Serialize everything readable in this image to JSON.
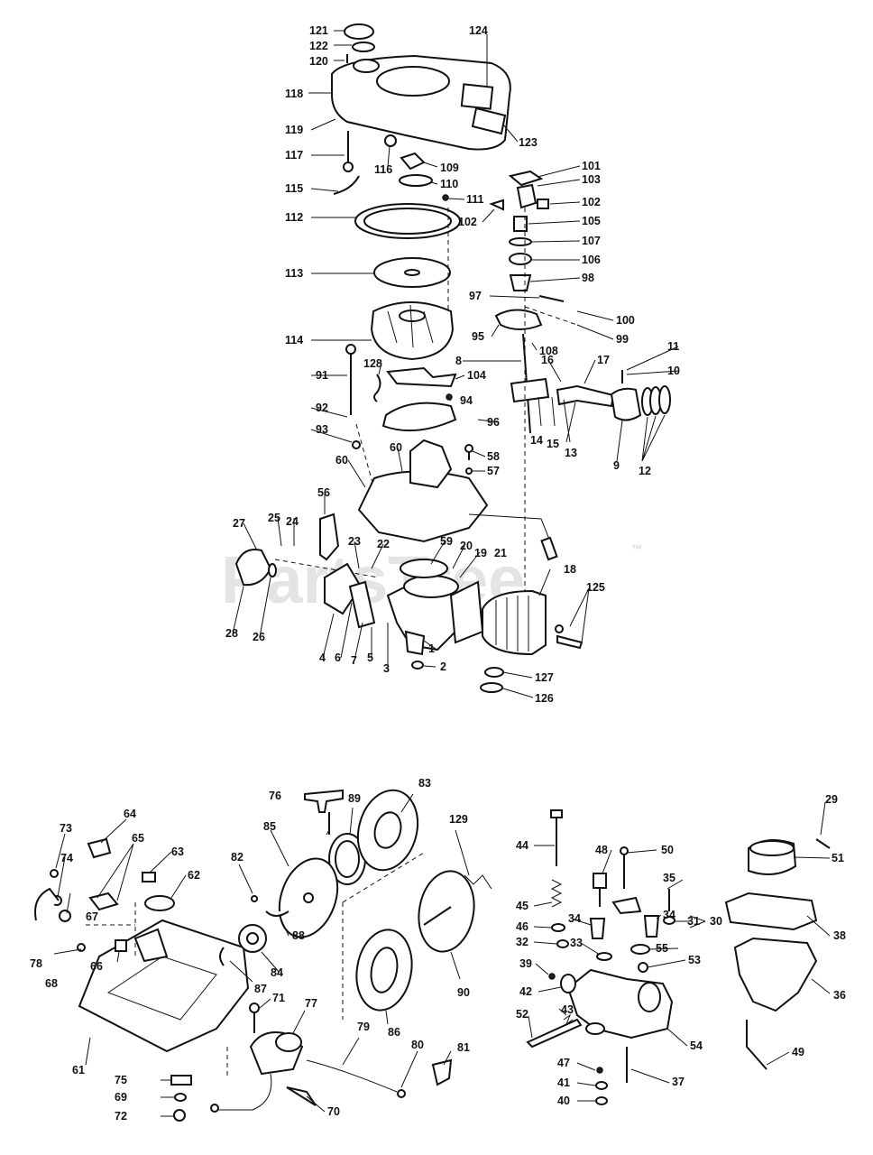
{
  "watermark": {
    "text": "PartsTree",
    "trademark": "™"
  },
  "upper_assembly": {
    "labels": [
      "121",
      "122",
      "120",
      "118",
      "119",
      "117",
      "115",
      "112",
      "113",
      "114",
      "91",
      "92",
      "93",
      "124",
      "123",
      "116",
      "109",
      "110",
      "111",
      "101",
      "103",
      "102",
      "102",
      "105",
      "107",
      "106",
      "98",
      "97",
      "100",
      "99",
      "95",
      "108",
      "8",
      "128",
      "104",
      "94",
      "96",
      "11",
      "10",
      "16",
      "17",
      "14",
      "15",
      "13",
      "9",
      "12",
      "60",
      "60",
      "58",
      "57",
      "56",
      "27",
      "25",
      "24",
      "23",
      "22",
      "59",
      "20",
      "19",
      "21",
      "18",
      "125",
      "28",
      "26",
      "4",
      "6",
      "7",
      "5",
      "3",
      "1",
      "2",
      "127",
      "126"
    ]
  },
  "lower_left_assembly": {
    "labels": [
      "73",
      "64",
      "65",
      "63",
      "62",
      "74",
      "67",
      "78",
      "68",
      "66",
      "61",
      "76",
      "89",
      "83",
      "85",
      "82",
      "88",
      "84",
      "87",
      "86",
      "129",
      "90",
      "71",
      "77",
      "79",
      "80",
      "81",
      "75",
      "69",
      "72",
      "70"
    ]
  },
  "lower_right_assembly": {
    "labels": [
      "44",
      "48",
      "50",
      "29",
      "51",
      "35",
      "45",
      "46",
      "34",
      "34",
      "31",
      "30",
      "32",
      "33",
      "55",
      "38",
      "39",
      "42",
      "53",
      "36",
      "43",
      "52",
      "54",
      "47",
      "37",
      "41",
      "40",
      "49"
    ]
  }
}
